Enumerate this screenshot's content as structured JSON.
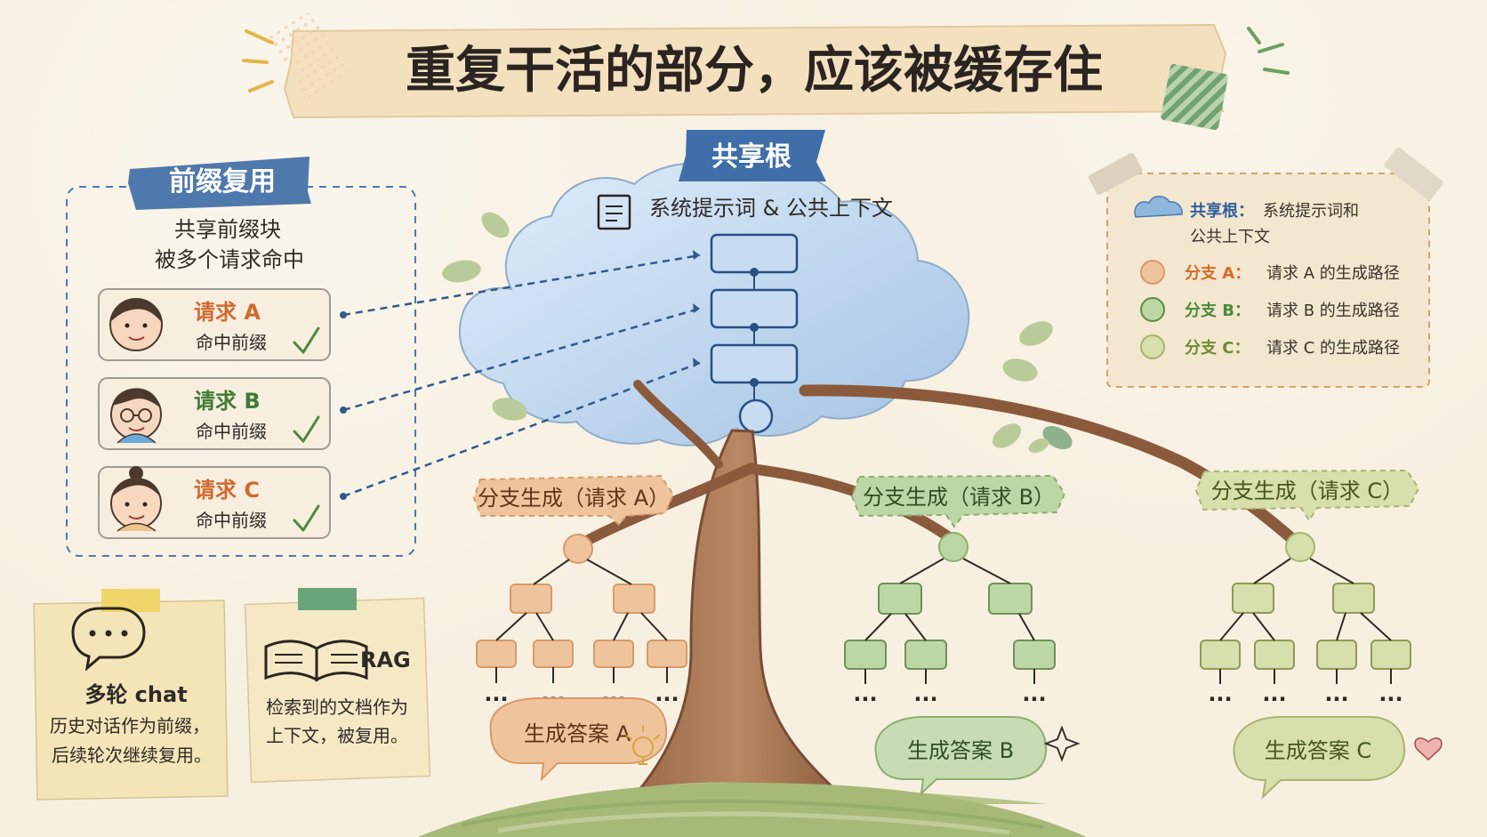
{
  "title": "重复干活的部分，应该被缓存住",
  "prefix_reuse": {
    "label": "前缀复用",
    "desc_line1": "共享前缀块",
    "desc_line2": "被多个请求命中",
    "requests": [
      {
        "name": "请求 A",
        "status": "命中前缀",
        "color": "#cf6a2f"
      },
      {
        "name": "请求 B",
        "status": "命中前缀",
        "color": "#3f7c35"
      },
      {
        "name": "请求 C",
        "status": "命中前缀",
        "color": "#cf6a2f"
      }
    ]
  },
  "shared_root": {
    "label": "共享根",
    "text": "系统提示词 & 公共上下文"
  },
  "legend": {
    "items": [
      {
        "prefix": "共享根：",
        "text_line1": "系统提示词和",
        "text_line2": "公共上下文",
        "color": "#8db7dd"
      },
      {
        "prefix": "分支 A：",
        "text_line1": "请求 A 的生成路径",
        "color": "#efc49d"
      },
      {
        "prefix": "分支 B：",
        "text_line1": "请求 B 的生成路径",
        "color": "#b9cf98"
      },
      {
        "prefix": "分支 C：",
        "text_line1": "请求 C 的生成路径",
        "color": "#d4dc9b"
      }
    ],
    "prefix_colors": [
      "#2f5f9c",
      "#d46c2e",
      "#4a8b3c",
      "#6e8b34"
    ]
  },
  "branches": {
    "a": {
      "label": "分支生成（请求 A）",
      "answer": "生成答案 A",
      "color": "#efc49d",
      "stroke": "#d79a68"
    },
    "b": {
      "label": "分支生成（请求 B）",
      "answer": "生成答案 B",
      "color": "#bdd6a5",
      "stroke": "#8ead70"
    },
    "c": {
      "label": "分支生成（请求 C）",
      "answer": "生成答案 C",
      "color": "#d7dfac",
      "stroke": "#a8b46f"
    }
  },
  "ellipsis": "...",
  "notes": [
    {
      "title": "多轮 chat",
      "line1": "历史对话作为前缀，",
      "line2": "后续轮次继续复用。",
      "icon": "speech-bubble-icon"
    },
    {
      "title": "RAG",
      "line1": "检索到的文档作为",
      "line2": "上下文，被复用。",
      "icon": "book-icon"
    }
  ],
  "colors": {
    "blue": "#3f6ea9",
    "blueLight": "#c7dcf1",
    "orange": "#efc49d",
    "green": "#bdd6a5",
    "yellowGreen": "#d7dfac",
    "brown": "#8b5a3c",
    "paper": "#f3e7cf"
  }
}
